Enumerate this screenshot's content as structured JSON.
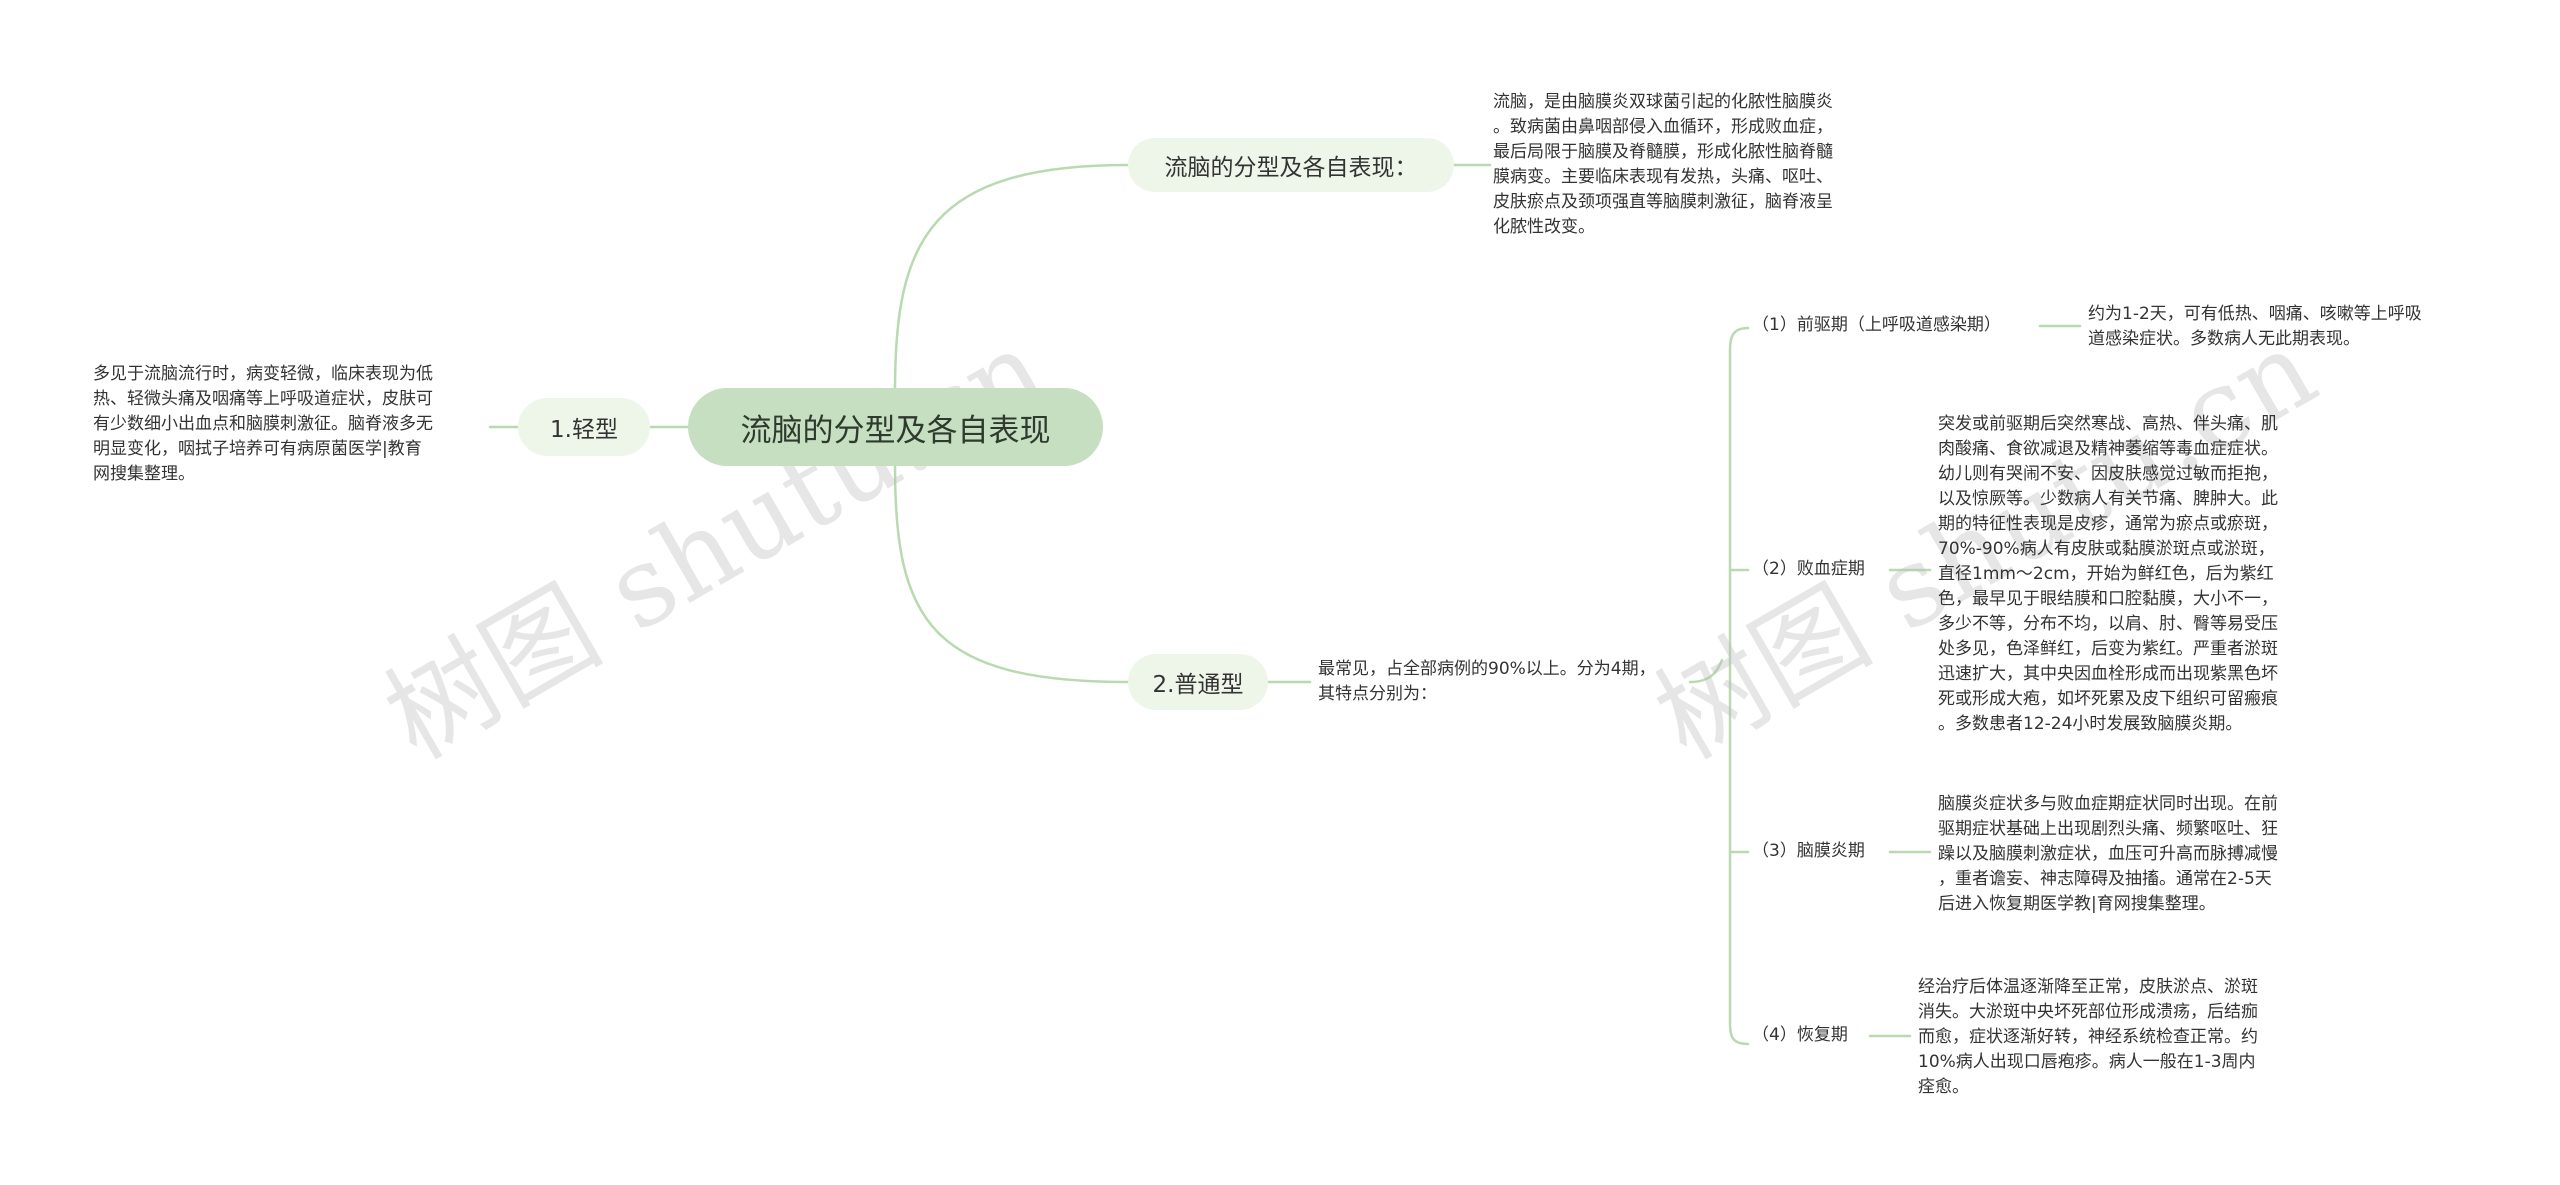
{
  "root": {
    "title": "流脑的分型及各自表现"
  },
  "branches": {
    "intro": {
      "label": "流脑的分型及各自表现：",
      "text": "流脑，是由脑膜炎双球菌引起的化脓性脑膜炎\n。致病菌由鼻咽部侵入血循环，形成败血症，\n最后局限于脑膜及脊髓膜，形成化脓性脑脊髓\n膜病变。主要临床表现有发热，头痛、呕吐、\n皮肤瘀点及颈项强直等脑膜刺激征，脑脊液呈\n化脓性改变。"
    },
    "mild": {
      "label": "1.轻型",
      "text": "多见于流脑流行时，病变轻微，临床表现为低\n热、轻微头痛及咽痛等上呼吸道症状，皮肤可\n有少数细小出血点和脑膜刺激征。脑脊液多无\n明显变化，咽拭子培养可有病原菌医学|教育\n网搜集整理。"
    },
    "common": {
      "label": "2.普通型",
      "text": "最常见，占全部病例的90%以上。分为4期，\n其特点分别为：",
      "stages": [
        {
          "label": "（1）前驱期（上呼吸道感染期）",
          "text": "约为1-2天，可有低热、咽痛、咳嗽等上呼吸\n道感染症状。多数病人无此期表现。"
        },
        {
          "label": "（2）败血症期",
          "text": "突发或前驱期后突然寒战、高热、伴头痛、肌\n肉酸痛、食欲减退及精神萎缩等毒血症症状。\n幼儿则有哭闹不安、因皮肤感觉过敏而拒抱，\n以及惊厥等。少数病人有关节痛、脾肿大。此\n期的特征性表现是皮疹，通常为瘀点或瘀斑，\n70%-90%病人有皮肤或黏膜淤斑点或淤斑，\n直径1mm～2cm，开始为鲜红色，后为紫红\n色，最早见于眼结膜和口腔黏膜，大小不一，\n多少不等，分布不均，以肩、肘、臀等易受压\n处多见，色泽鲜红，后变为紫红。严重者淤斑\n迅速扩大，其中央因血栓形成而出现紫黑色坏\n死或形成大疱，如坏死累及皮下组织可留瘢痕\n。多数患者12-24小时发展致脑膜炎期。"
        },
        {
          "label": "（3）脑膜炎期",
          "text": "脑膜炎症状多与败血症期症状同时出现。在前\n驱期症状基础上出现剧烈头痛、频繁呕吐、狂\n躁以及脑膜刺激症状，血压可升高而脉搏减慢\n，重者谵妄、神志障碍及抽搐。通常在2-5天\n后进入恢复期医学教|育网搜集整理。"
        },
        {
          "label": "（4）恢复期",
          "text": "经治疗后体温逐渐降至正常，皮肤淤点、淤斑\n消失。大淤斑中央坏死部位形成溃疡，后结痂\n而愈，症状逐渐好转，神经系统检查正常。约\n10%病人出现口唇疱疹。病人一般在1-3周内\n痊愈。"
        }
      ]
    }
  },
  "watermarks": [
    "树图 shutu.cn",
    "树图 shutu.cn"
  ],
  "colors": {
    "line": "#b9d9b0",
    "root_fill": "#c5dfc0",
    "pill_fill": "#eef6ea"
  }
}
